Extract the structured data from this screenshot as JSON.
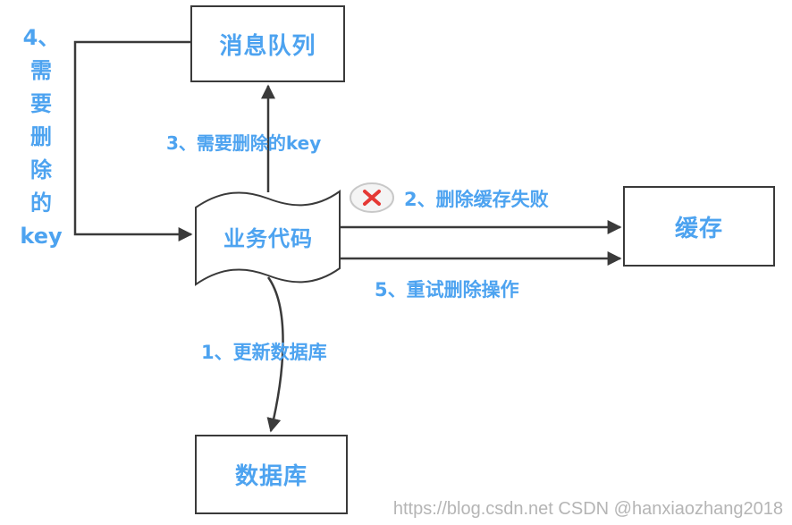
{
  "nodes": {
    "message_queue": "消息队列",
    "business_code": "业务代码",
    "cache": "缓存",
    "database": "数据库"
  },
  "edges": {
    "step1": "1、更新数据库",
    "step2": "2、删除缓存失败",
    "step3": "3、需要删除的key",
    "step4_lines": [
      "4、",
      "需",
      "要",
      "删",
      "除",
      "的",
      "key"
    ],
    "step5": "5、重试删除操作"
  },
  "watermark": "https://blog.csdn.net CSDN @hanxiaozhang2018",
  "colors": {
    "text_accent": "#4da3f0",
    "stroke": "#3a3a3a",
    "fail_icon": "#e53935"
  },
  "icons": {
    "failure": "x-mark-icon"
  }
}
